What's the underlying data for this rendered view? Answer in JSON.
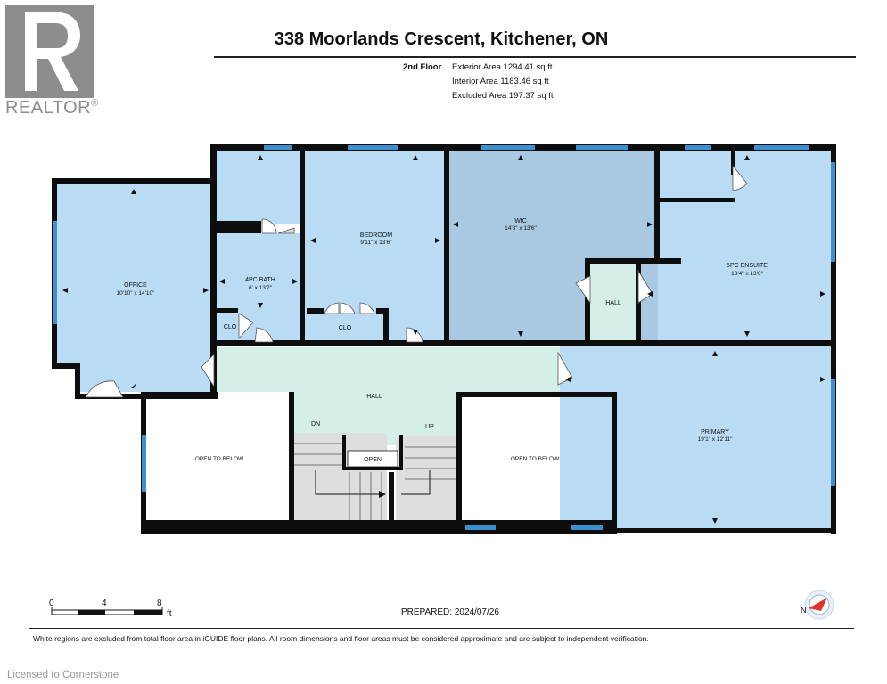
{
  "brand": {
    "logo_text": "REALTOR",
    "registered": "®"
  },
  "header": {
    "title": "338 Moorlands Crescent, Kitchener, ON"
  },
  "floor": {
    "name": "2nd Floor",
    "exterior_area": "Exterior Area 1294.41 sq ft",
    "interior_area": "Interior Area 1183.46 sq ft",
    "excluded_area": "Excluded Area 197.37 sq ft"
  },
  "rooms": {
    "office": {
      "name": "OFFICE",
      "dims": "10'10\" x 14'10\""
    },
    "bath": {
      "name": "4PC BATH",
      "dims": "6' x 13'7\""
    },
    "bedroom": {
      "name": "BEDROOM",
      "dims": "9'11\" x 13'6\""
    },
    "wic": {
      "name": "WIC",
      "dims": "14'8\" x 13'6\""
    },
    "ensuite": {
      "name": "5PC ENSUITE",
      "dims": "13'4\" x 13'6\""
    },
    "hall_small": {
      "name": "HALL"
    },
    "clo_small": {
      "name": "CLO"
    },
    "clo_bedroom": {
      "name": "CLO"
    },
    "hall_main": {
      "name": "HALL"
    },
    "primary": {
      "name": "PRIMARY",
      "dims": "19'1\" x 12'11\""
    },
    "open_left": {
      "name": "OPEN TO BELOW"
    },
    "open_right": {
      "name": "OPEN TO BELOW"
    },
    "open_stair": {
      "name": "OPEN"
    },
    "stair_dn": {
      "name": "DN"
    },
    "stair_up": {
      "name": "UP"
    }
  },
  "scale": {
    "labels": [
      "0",
      "4",
      "8"
    ],
    "unit": "ft"
  },
  "prepared": "PREPARED: 2024/07/26",
  "compass": {
    "label": "N"
  },
  "disclaimer": "White regions are excluded from total floor area in iGUIDE floor plans. All room dimensions and floor areas must be considered approximate and are subject to independent verification.",
  "license": "Licensed to Cornerstone",
  "colors": {
    "room_blue": "#b9dcf4",
    "wic_blue": "#a9c9e3",
    "hall_teal": "#d4efe8",
    "stair_gray": "#dedede",
    "wall": "#0d0d0d",
    "window": "#3d8fcd",
    "logo_gray": "#8d8d8d",
    "compass_red": "#e0352b"
  }
}
